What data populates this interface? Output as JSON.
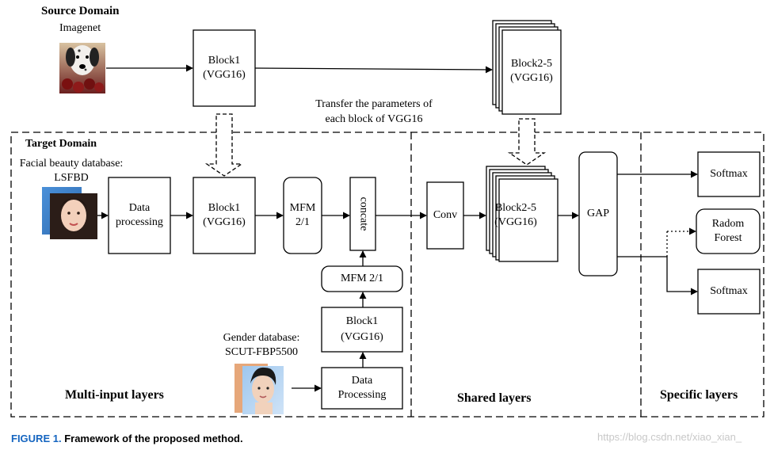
{
  "source": {
    "title": "Source Domain",
    "dataset": "Imagenet",
    "block1": [
      "Block1",
      "(VGG16)"
    ],
    "block25": [
      "Block2-5",
      "(VGG16)"
    ]
  },
  "transfer_note": [
    "Transfer the parameters of",
    "each block of VGG16"
  ],
  "target": {
    "title": "Target Domain",
    "facial_db": [
      "Facial beauty database:",
      "LSFBD"
    ],
    "data_processing": [
      "Data",
      "processing"
    ],
    "block1": [
      "Block1",
      "(VGG16)"
    ],
    "mfm_top": [
      "MFM",
      "2/1"
    ],
    "concate": "concate",
    "mfm_low": "MFM 2/1",
    "block1_low": [
      "Block1",
      "(VGG16)"
    ],
    "gender_db": [
      "Gender database:",
      "SCUT-FBP5500"
    ],
    "data_processing_low": [
      "Data",
      "Processing"
    ]
  },
  "shared": {
    "conv": "Conv",
    "block25": [
      "Block2-5",
      "(VGG16)"
    ],
    "gap": "GAP"
  },
  "specific": {
    "softmax_top": "Softmax",
    "forest": [
      "Radom",
      "Forest"
    ],
    "softmax_low": "Softmax"
  },
  "sections": {
    "multi_input": "Multi-input layers",
    "shared": "Shared layers",
    "specific": "Specific layers"
  },
  "caption": {
    "label": "FIGURE 1.",
    "text": "Framework of the proposed method."
  },
  "watermark": "https://blog.csdn.net/xiao_xian_"
}
